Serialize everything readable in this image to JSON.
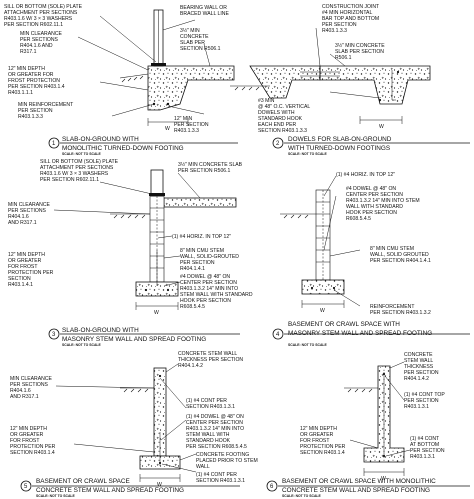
{
  "details": [
    {
      "number": "1",
      "title_lines": [
        "SLAB-ON-GROUND WITH",
        "MONOLITHIC TURNED-DOWN FOOTING"
      ],
      "scale": "SCALE: NOT TO SCALE",
      "dim_label": "W",
      "labels": [
        [
          "SILL OR BOTTOM (SOLE) PLATE",
          "ATTACHMENT PER SECTIONS",
          "R403.1.6 W/ 3 × 3 WASHERS",
          "PER SECTION R602.11.1"
        ],
        [
          "MIN CLEARANCE",
          "PER SECTIONS",
          "R404.1.6 AND",
          "R317.1"
        ],
        [
          "12\" MIN DEPTH",
          "OR GREATER FOR",
          "FROST PROTECTION",
          "PER SECTION R403.1.4",
          "R403.1.1.1"
        ],
        [
          "MIN REINFORCEMENT",
          "PER SECTION",
          "R403.1.3.3"
        ],
        [
          "BEARING WALL OR",
          "BRACED WALL LINE"
        ],
        [
          "3½\" MIN",
          "CONCRETE",
          "SLAB PER",
          "SECTION R506.1"
        ],
        [
          "12\" MIN",
          "PER SECTION",
          "R403.1.3.3"
        ]
      ]
    },
    {
      "number": "2",
      "title_lines": [
        "DOWELS FOR SLAB-ON-GROUND",
        "WITH TURNED-DOWN FOOTINGS"
      ],
      "scale": "SCALE: NOT TO SCALE",
      "dim_label": "W",
      "labels": [
        [
          "CONSTRUCTION JOINT",
          "#4 MIN HORIZONTAL",
          "BAR TOP AND BOTTOM",
          "PER SECTION",
          "R403.1.3.3"
        ],
        [
          "3½\" MIN CONCRETE",
          "SLAB PER SECTION",
          "R506.1"
        ],
        [
          "#3 MIN",
          "@ 48\" O.C. VERTICAL",
          "DOWELS WITH",
          "STANDARD HOOK",
          "EACH END PER",
          "SECTION R403.1.3.3"
        ]
      ]
    },
    {
      "number": "3",
      "title_lines": [
        "SLAB-ON-GROUND WITH",
        "MASONRY STEM WALL AND SPREAD FOOTING"
      ],
      "scale": "SCALE: NOT TO SCALE",
      "dim_label": "W",
      "labels": [
        [
          "SILL OR BOTTOM (SOLE) PLATE",
          "ATTACHMENT PER SECTIONS",
          "R403.1.6 W/ 3 × 3 WASHERS",
          "PER SECTION R602.11.1"
        ],
        [
          "3½\" MIN CONCRETE SLAB",
          "PER SECTION R506.1"
        ],
        [
          "MIN CLEARANCE",
          "PER SECTIONS",
          "R404.1.6",
          "AND R317.1"
        ],
        [
          "(1) #4 HORIZ. IN TOP 12\""
        ],
        [
          "8\" MIN CMU STEM",
          "WALL, SOLID-GROUTED",
          "PER SECTION",
          "R404.1.4.1"
        ],
        [
          "12\" MIN DEPTH",
          "OR GREATER",
          "FOR FROST",
          "PROTECTION PER",
          "SECTION",
          "R403.1.4.1"
        ],
        [
          "#4 DOWEL @ 48\" ON",
          "CENTER PER SECTION",
          "R403.1.3.2 14\" MIN INTO",
          "STEM WALL WITH STANDARD",
          "HOOK PER SECTION",
          "R608.5.4.5"
        ]
      ]
    },
    {
      "number": "4",
      "title_lines": [
        "BASEMENT OR CRAWL SPACE WITH",
        "MASONRY STEM WALL AND SPREAD FOOTING"
      ],
      "scale": "SCALE: NOT TO SCALE",
      "dim_label": "W",
      "labels": [
        [
          "(1) #4 HORIZ. IN TOP 12\""
        ],
        [
          "#4 DOWEL @ 48\" ON",
          "CENTER PER SECTION",
          "R403.1.3.2 14\" MIN INTO STEM",
          "WALL WITH STANDARD",
          "HOOK PER SECTION",
          "R608.5.4.5"
        ],
        [
          "8\" MIN CMU STEM",
          "WALL, SOLID GROUTED",
          "PER SECTION R404.1.4.1"
        ],
        [
          "REINFORCEMENT",
          "PER SECTION R403.1.3.2"
        ]
      ]
    },
    {
      "number": "5",
      "title_lines": [
        "BASEMENT OR CRAWL SPACE",
        "CONCRETE STEM WALL AND SPREAD FOOTING"
      ],
      "scale": "SCALE: NOT TO SCALE",
      "dim_label": "W",
      "labels": [
        [
          "CONCRETE STEM WALL",
          "THICKNESS PER SECTION",
          "R404.1.4.2"
        ],
        [
          "MIN CLEARANCE",
          "PER SECTIONS",
          "R404.1.6",
          "AND R317.1"
        ],
        [
          "(1) #4 CONT PER",
          "SECTION R403.1.3.1"
        ],
        [
          "(1) #4 DOWEL @ 48\" ON",
          "CENTER PER SECTION",
          "R403.1.3.2 14\" MIN INTO",
          "STEM WALL WITH",
          "STANDARD HOOK",
          "PER SECTION R608.5.4.5"
        ],
        [
          "12\" MIN DEPTH",
          "OR GREATER",
          "FOR FROST",
          "PROTECTION PER",
          "SECTION R403.1.4"
        ],
        [
          "CONCRETE FOOTING",
          "PLACED PRIOR TO STEM",
          "WALL"
        ],
        [
          "(1) #4 CONT PER",
          "SECTION R403.1.3.1"
        ]
      ]
    },
    {
      "number": "6",
      "title_lines": [
        "BASEMENT OR CRAWL SPACE WITH MONOLITHIC",
        "CONCRETE STEM WALL AND SPREAD FOOTING"
      ],
      "scale": "SCALE: NOT TO SCALE",
      "dim_label": "W",
      "labels": [
        [
          "CONCRETE",
          "STEM WALL",
          "THICKNESS",
          "PER SECTION",
          "R404.1.4.2"
        ],
        [
          "(1) #4 CONT TOP",
          "PER SECTION",
          "R403.1.3.1"
        ],
        [
          "12\" MIN DEPTH",
          "OR GREATER",
          "FOR FROST",
          "PROTECTION PER",
          "SECTION R403.1.4"
        ],
        [
          "(1) #4 CONT",
          "AT BOTTOM",
          "PER SECTION",
          "R403.1.3.1"
        ]
      ]
    }
  ]
}
